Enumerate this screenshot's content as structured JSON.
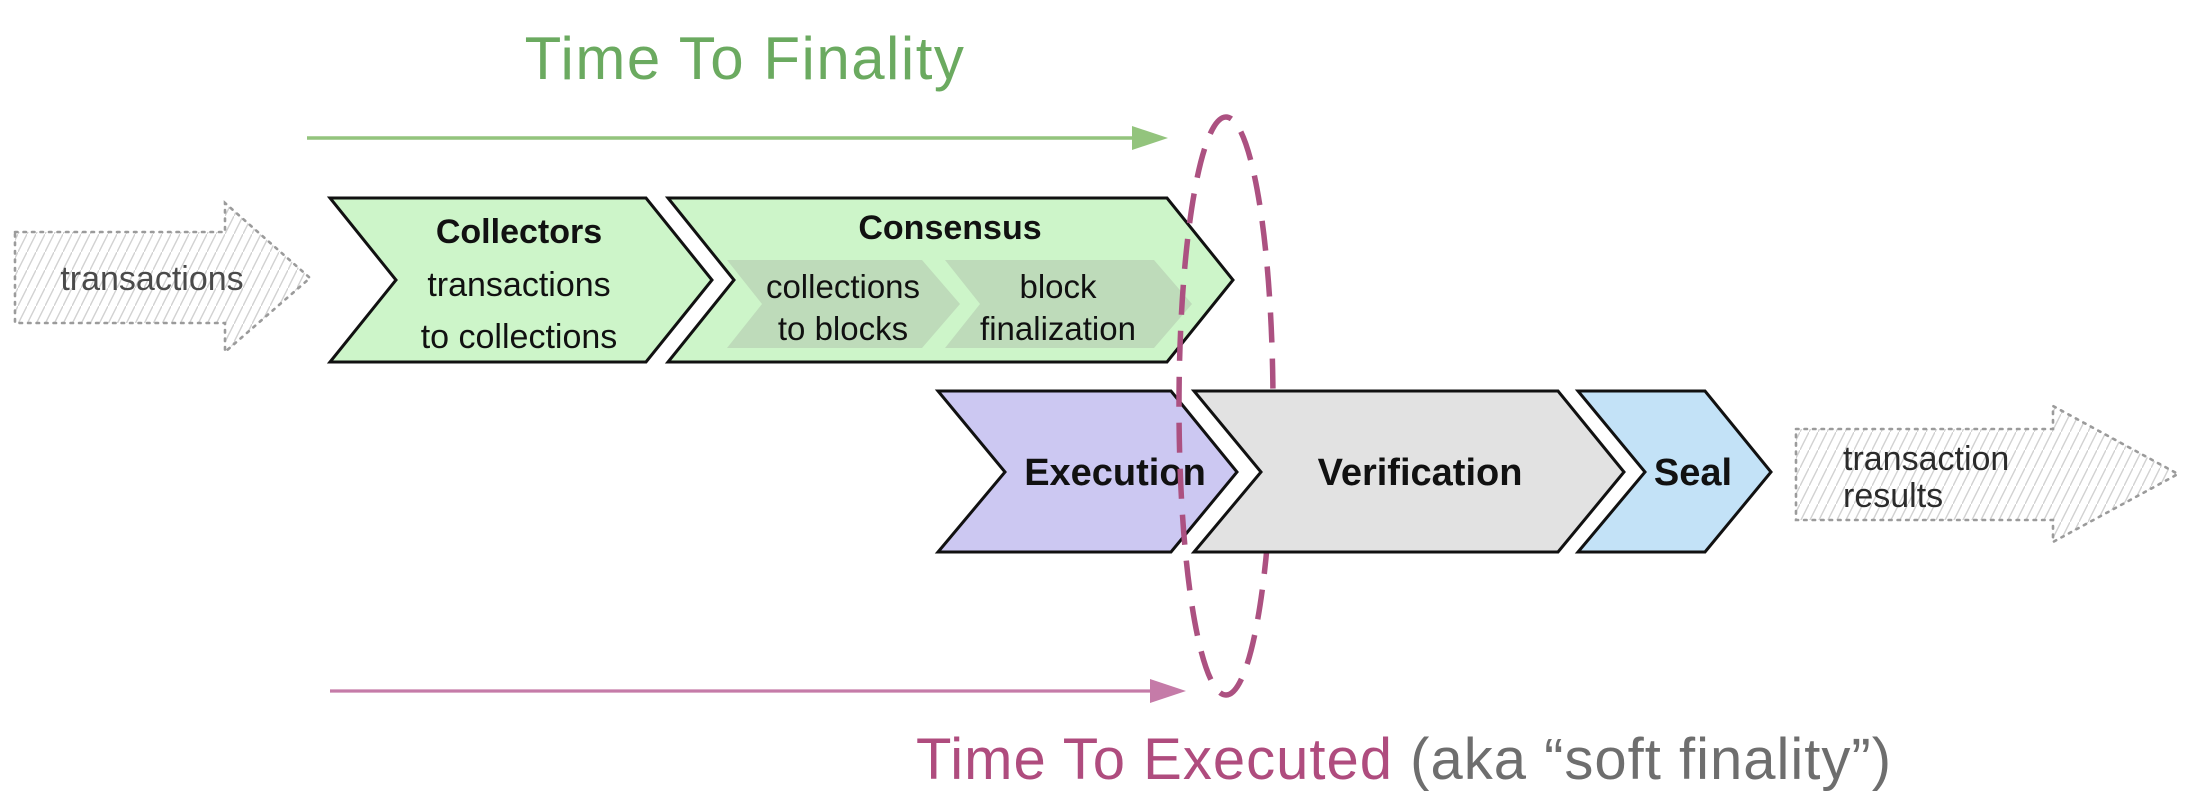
{
  "title": {
    "text": "Time To Finality",
    "color": "#6BAA60"
  },
  "bottom_title": {
    "highlight": "Time To Executed",
    "suffix": " (aka “soft finality”)",
    "highlight_color": "#AF4C7E",
    "suffix_color": "#6E6E6E"
  },
  "timeline_arrows": {
    "finality_color": "#93C47D",
    "executed_color": "#C57BA8"
  },
  "soft_finality_ellipse": {
    "color": "#AC5181"
  },
  "input_arrow": {
    "label": "transactions"
  },
  "output_arrow": {
    "line1": "transaction",
    "line2": "results"
  },
  "stages": {
    "collectors": {
      "title": "Collectors",
      "line1": "transactions",
      "line2": "to collections",
      "fill": "#CDF5C9"
    },
    "consensus": {
      "title": "Consensus",
      "fill": "#CDF5C9",
      "sub_fill": "#BEDBBA",
      "sub1": {
        "line1": "collections",
        "line2": "to blocks"
      },
      "sub2": {
        "line1": "block",
        "line2": "finalization"
      }
    },
    "execution": {
      "title": "Execution",
      "fill": "#CCC8F2"
    },
    "verification": {
      "title": "Verification",
      "fill": "#E2E2E2"
    },
    "seal": {
      "title": "Seal",
      "fill": "#C3E2F7"
    }
  }
}
